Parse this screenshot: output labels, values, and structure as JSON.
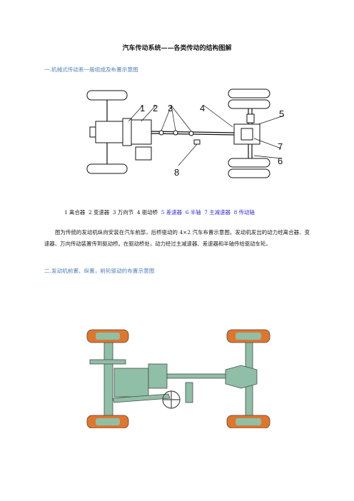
{
  "title": "汽车传动系统——各类传动的结构图解",
  "section1": {
    "heading": "一.机械式传动系一般组成及布置示意图"
  },
  "figure1": {
    "callouts": [
      "1",
      "2",
      "3",
      "4",
      "5",
      "6",
      "7",
      "8"
    ]
  },
  "legend": {
    "items": [
      {
        "label": "1 离合器",
        "highlight": false
      },
      {
        "label": "2 变速器",
        "highlight": false
      },
      {
        "label": "3 万向节",
        "highlight": false
      },
      {
        "label": "4 驱动桥",
        "highlight": false
      },
      {
        "label": "5 差速器",
        "highlight": true
      },
      {
        "label": "6 半轴",
        "highlight": true
      },
      {
        "label": "7 主减速器",
        "highlight": true
      },
      {
        "label": "8 传动轴",
        "highlight": true
      }
    ]
  },
  "paragraph": "图为传统的发动机纵向安装在汽车前部，后桥驱动的 4×2 汽车布置示意图。发动机发出的动力经离合器、变速器、万向传动装置传到驱动桥。在驱动桥处，动力经过主减速器、差速器和半轴传给驱动车轮。",
  "section2": {
    "heading": "二.发动机前置、纵置，前轮驱动的布置示意图"
  },
  "colors": {
    "heading_blue": "#4f7fb8",
    "highlight_blue": "#2c2cd0",
    "tire_orange": "#e0762c",
    "body_green": "#8fbfa6"
  }
}
